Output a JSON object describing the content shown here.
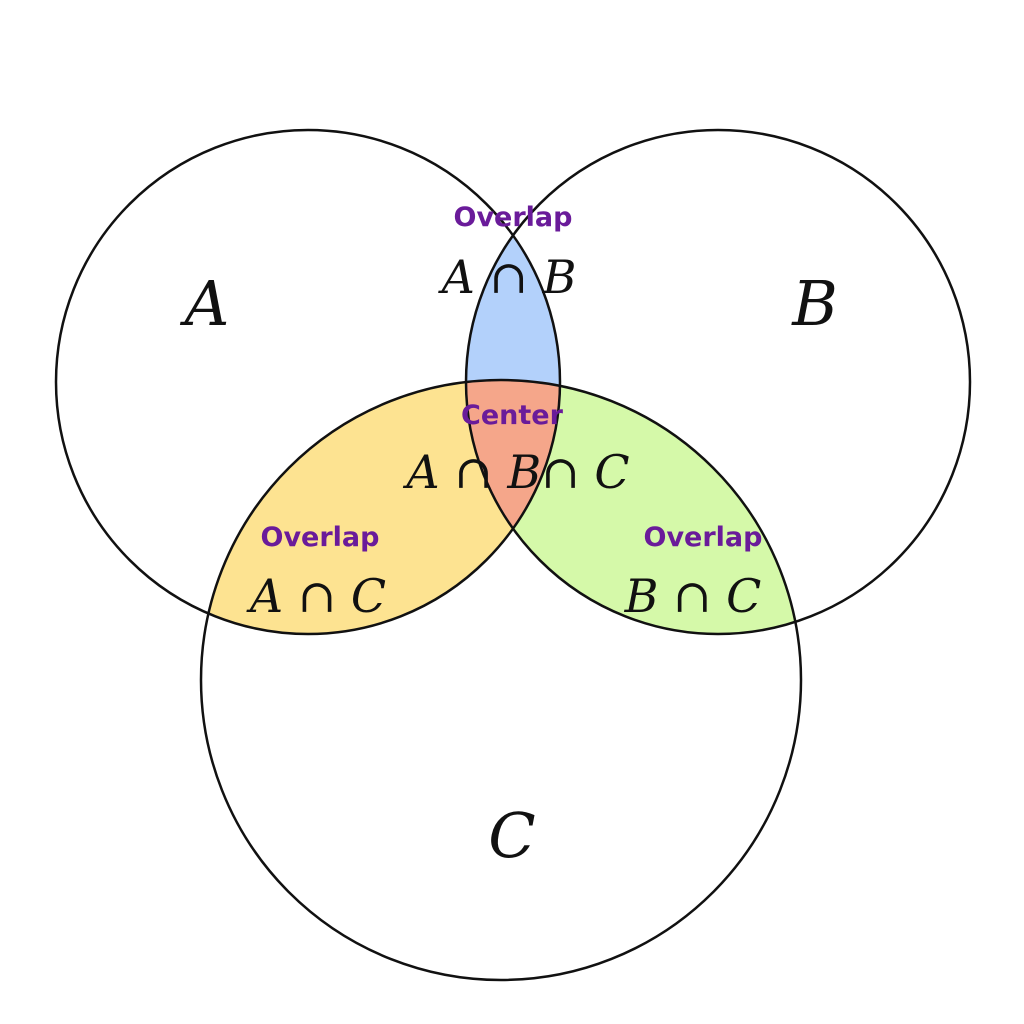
{
  "colors": {
    "ab": "#b3d1fb",
    "ac": "#fde391",
    "bc": "#d5f9a9",
    "abc": "#f5a68a",
    "label": "#6a1b9a",
    "stroke": "#111111"
  },
  "sets": {
    "a": "A",
    "b": "B",
    "c": "C"
  },
  "regions": {
    "ab": {
      "label": "Overlap",
      "expr": "A ∩ B"
    },
    "ac": {
      "label": "Overlap",
      "expr": "A ∩ C"
    },
    "bc": {
      "label": "Overlap",
      "expr": "B ∩ C"
    },
    "abc": {
      "label": "Center",
      "expr": "A ∩ B∩ C"
    }
  }
}
